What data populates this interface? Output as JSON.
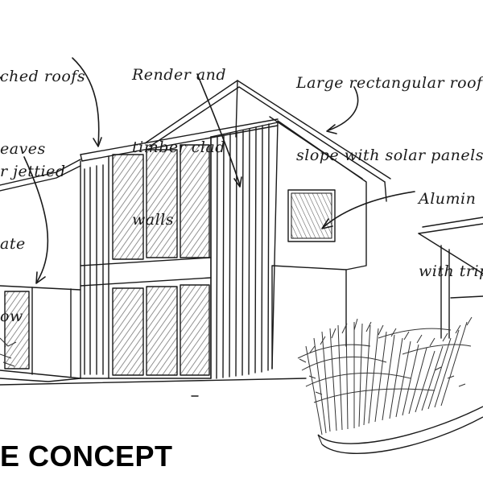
{
  "annotations": {
    "roofs": [
      "ched roofs",
      "eaves"
    ],
    "render": [
      "Render and",
      "timber clad",
      "walls"
    ],
    "solar": [
      "Large rectangular roof",
      "slope with solar panels"
    ],
    "jettied": [
      "r jettied",
      "ate",
      "ow"
    ],
    "aluminium": [
      "Alumin",
      "with trip"
    ]
  },
  "title": "E CONCEPT",
  "colors": {
    "ink": "#1a1a1a",
    "glass": "#7a7a7a",
    "paper": "#ffffff"
  }
}
